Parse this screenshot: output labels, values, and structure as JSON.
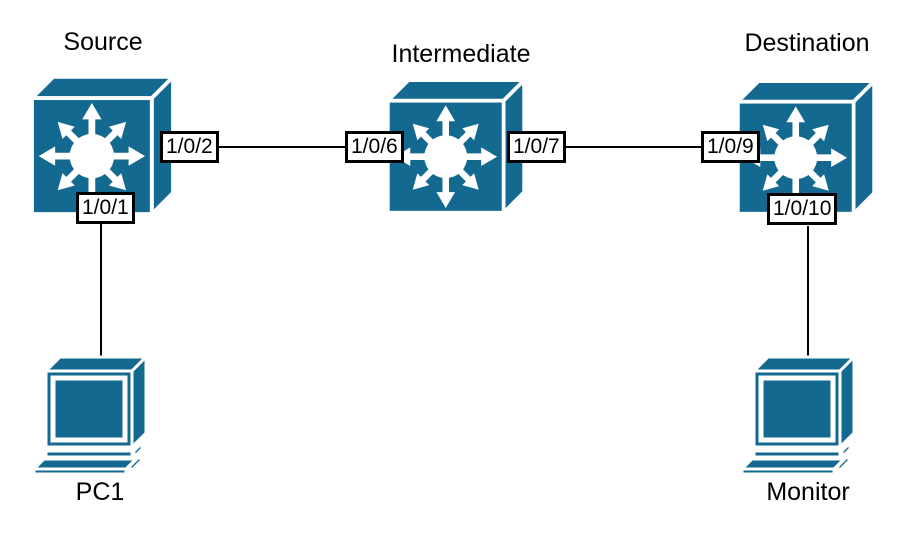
{
  "colors": {
    "accent": "#136990",
    "line": "#000000",
    "text": "#000000",
    "background": "#ffffff"
  },
  "nodes": {
    "source": {
      "label": "Source",
      "type": "switch"
    },
    "intermediate": {
      "label": "Intermediate",
      "type": "switch"
    },
    "destination": {
      "label": "Destination",
      "type": "switch"
    },
    "pc1": {
      "label": "PC1",
      "type": "pc"
    },
    "monitor": {
      "label": "Monitor",
      "type": "pc"
    }
  },
  "ports": {
    "source_down": "1/0/1",
    "source_right": "1/0/2",
    "inter_left": "1/0/6",
    "inter_right": "1/0/7",
    "dest_left": "1/0/9",
    "dest_down": "1/0/10"
  },
  "links": [
    {
      "from_node": "Source",
      "from_port": "1/0/2",
      "to_node": "Intermediate",
      "to_port": "1/0/6"
    },
    {
      "from_node": "Intermediate",
      "from_port": "1/0/7",
      "to_node": "Destination",
      "to_port": "1/0/9"
    },
    {
      "from_node": "Source",
      "from_port": "1/0/1",
      "to_node": "PC1"
    },
    {
      "from_node": "Destination",
      "from_port": "1/0/10",
      "to_node": "Monitor"
    }
  ]
}
